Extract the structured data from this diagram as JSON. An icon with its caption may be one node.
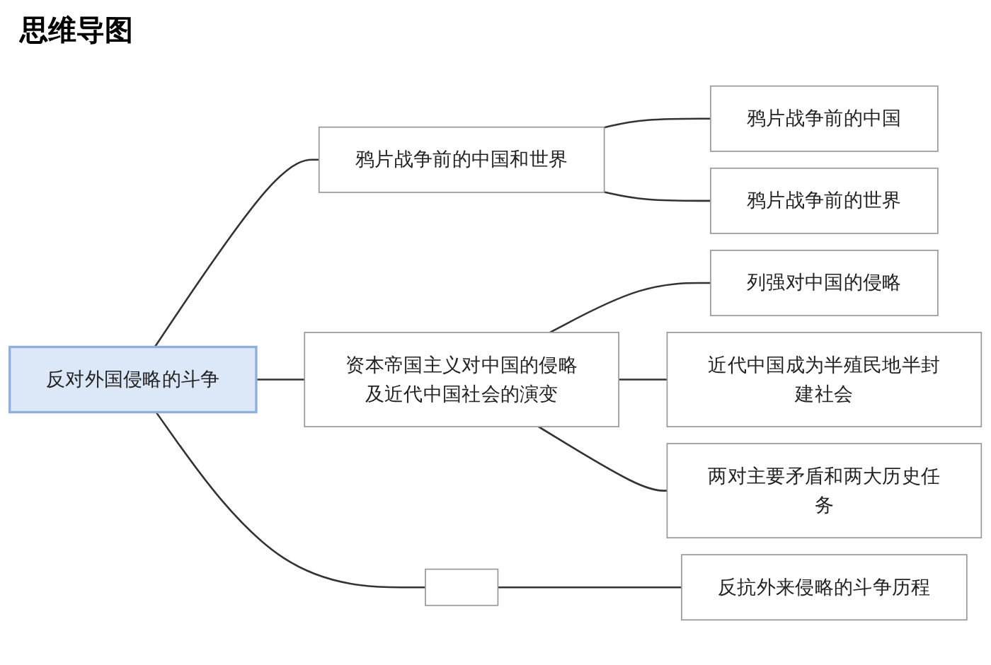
{
  "diagram": {
    "title": "思维导图",
    "nodes": [
      {
        "text": [
          "反对外国侵略的斗争"
        ]
      },
      {
        "text": [
          "鸦片战争前的中国和世界"
        ]
      },
      {
        "text": [
          "鸦片战争前的中国"
        ]
      },
      {
        "text": [
          "鸦片战争前的世界"
        ]
      },
      {
        "text": [
          "资本帝国主义对中国的侵略及近代中国社会的演变"
        ]
      },
      {
        "text": [
          "列强对中国的侵略"
        ]
      },
      {
        "text": [
          "近代中国成为半殖民地半封建社会"
        ]
      },
      {
        "text": [
          "两对主要矛盾和两大历史任务"
        ]
      },
      {
        "text": [],
        "shape": "box"
      },
      {
        "text": [
          "反抗外来侵略的斗争历程"
        ]
      }
    ],
    "edges": [
      {
        "from": 0,
        "to": 1,
        "arrow": "none"
      },
      {
        "from": 1,
        "to": 2,
        "arrow": "none"
      },
      {
        "from": 1,
        "to": 3,
        "arrow": "none"
      },
      {
        "from": 0,
        "to": 4,
        "arrow": "none"
      },
      {
        "from": 4,
        "to": 5,
        "arrow": "none"
      },
      {
        "from": 4,
        "to": 6,
        "arrow": "none"
      },
      {
        "from": 4,
        "to": 7,
        "arrow": "none"
      },
      {
        "from": 0,
        "to": 8,
        "arrow": "none"
      },
      {
        "from": 8,
        "to": 9,
        "arrow": "none"
      }
    ]
  }
}
